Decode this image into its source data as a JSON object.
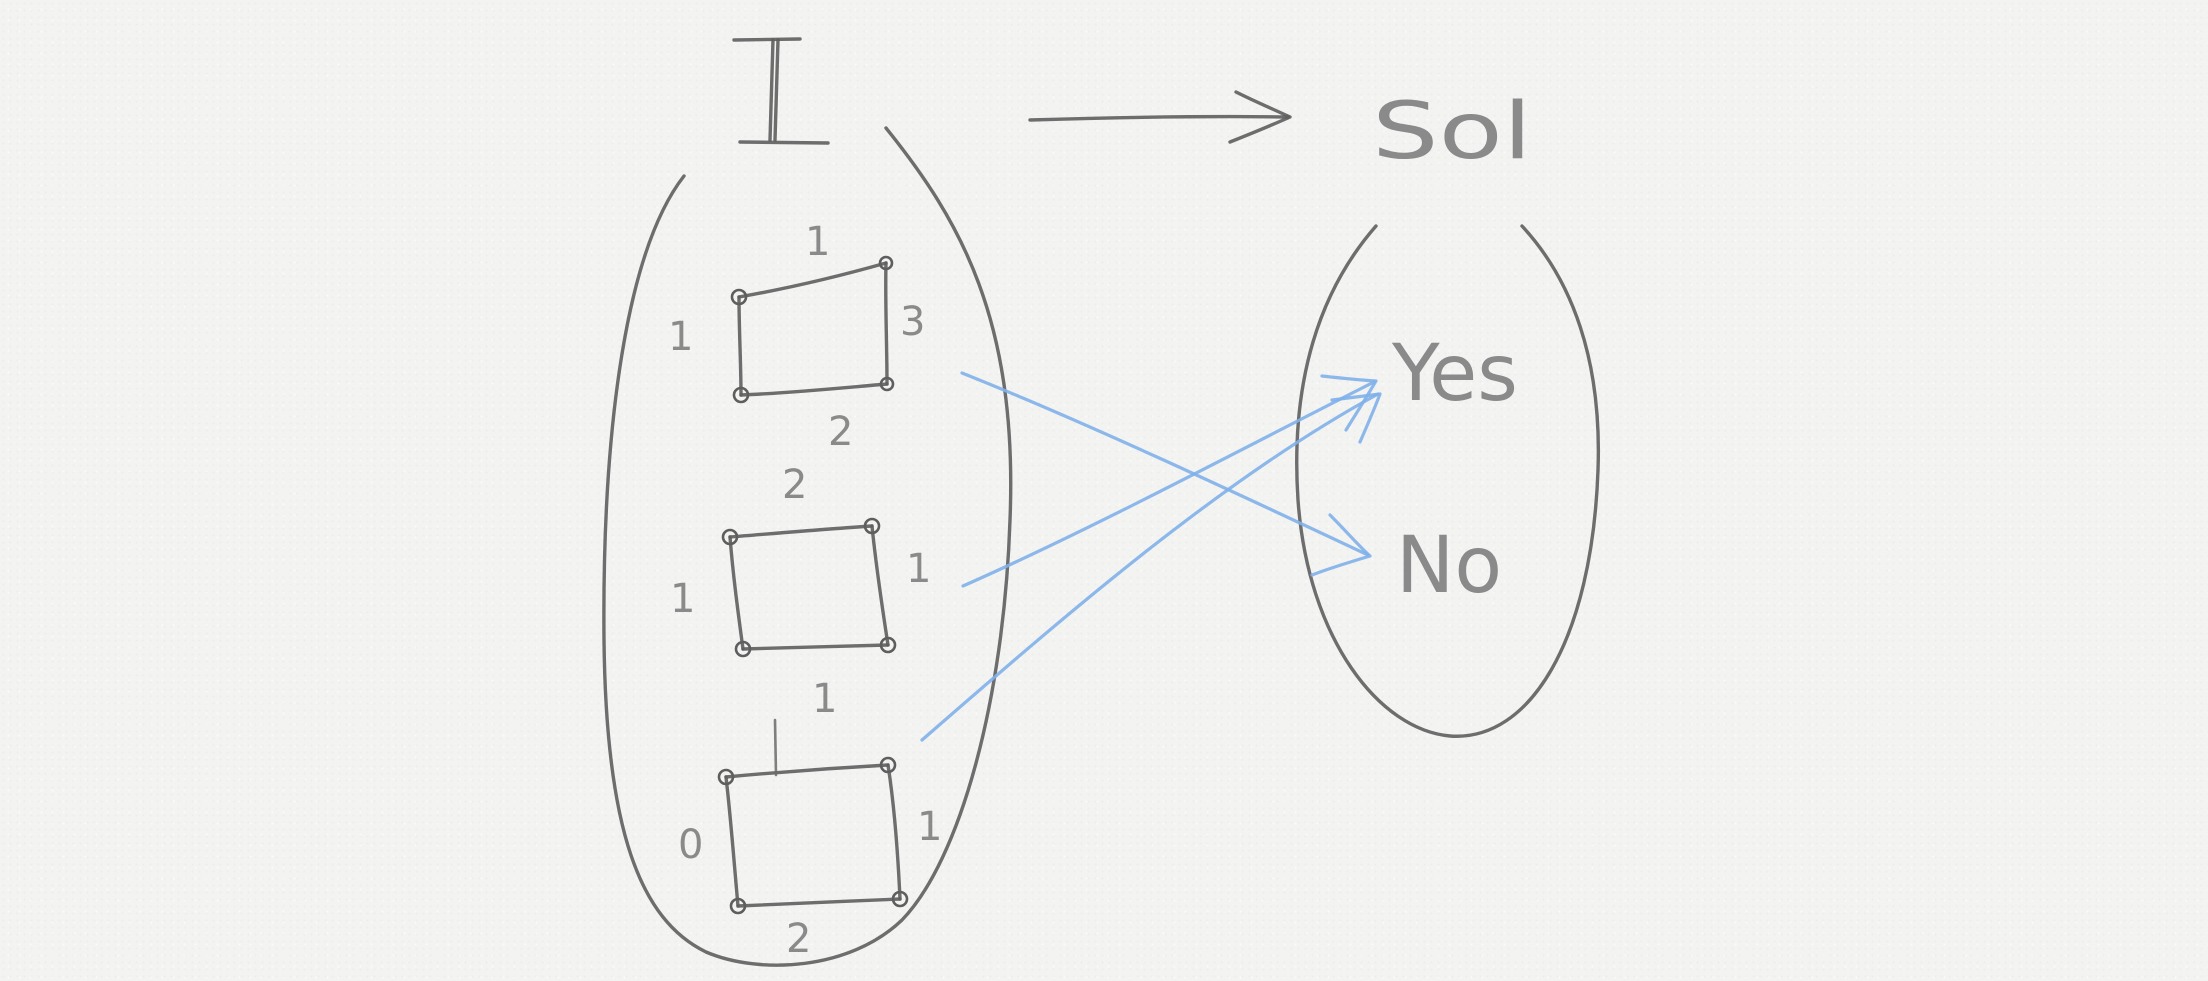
{
  "instance_set": {
    "label": "I",
    "instances": [
      {
        "edges": {
          "top": "1",
          "right": "3",
          "bottom": "2",
          "left": "1"
        }
      },
      {
        "edges": {
          "top": "2",
          "right": "1",
          "bottom": "",
          "left": "1"
        }
      },
      {
        "edges": {
          "top": "1",
          "right": "1",
          "bottom": "2",
          "left": "0"
        }
      }
    ]
  },
  "solution_set": {
    "label": "Sol",
    "options": [
      "Yes",
      "No"
    ]
  }
}
